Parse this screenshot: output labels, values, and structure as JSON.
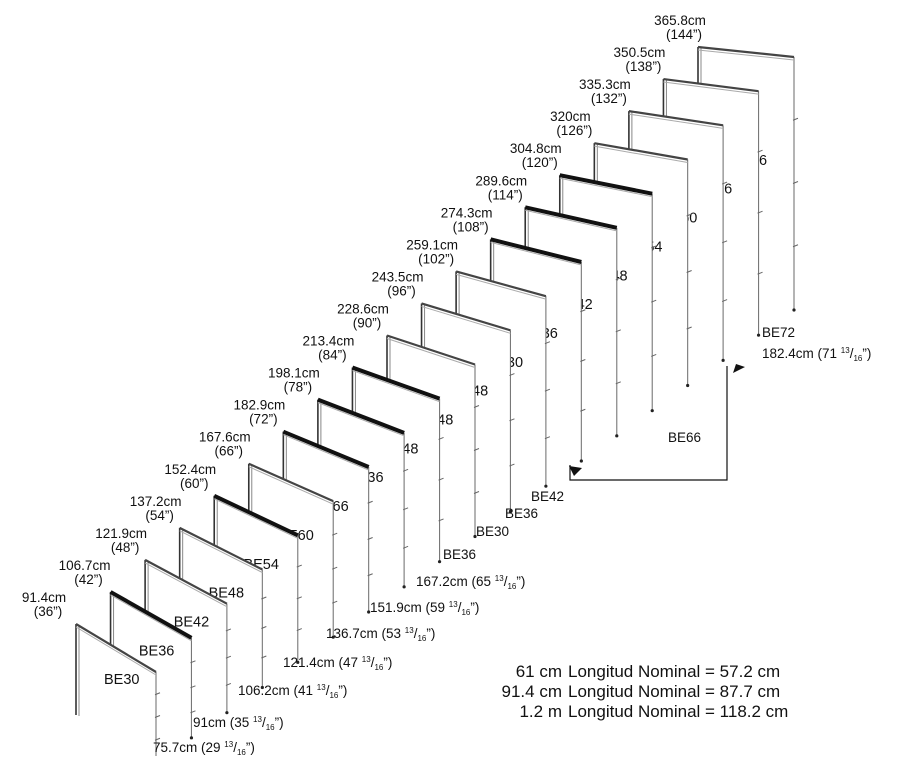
{
  "frames": [
    {
      "height_cm": "91.4cm",
      "height_in": "(36”)",
      "model": "BE30"
    },
    {
      "height_cm": "106.7cm",
      "height_in": "(42”)",
      "model": "BE36"
    },
    {
      "height_cm": "121.9cm",
      "height_in": "(48”)",
      "model": "BE42"
    },
    {
      "height_cm": "137.2cm",
      "height_in": "(54”)",
      "model": "BE48"
    },
    {
      "height_cm": "152.4cm",
      "height_in": "(60”)",
      "model": "BE54"
    },
    {
      "height_cm": "167.6cm",
      "height_in": "(66”)",
      "model": "BE60"
    },
    {
      "height_cm": "182.9cm",
      "height_in": "(72”)",
      "model": "BE66"
    },
    {
      "height_cm": "198.1cm",
      "height_in": "(78”)",
      "model": "BE36"
    },
    {
      "height_cm": "213.4cm",
      "height_in": "(84”)",
      "model": "BE48"
    },
    {
      "height_cm": "228.6cm",
      "height_in": "(90”)",
      "model": "BE48"
    },
    {
      "height_cm": "243.5cm",
      "height_in": "(96”)",
      "model": "BE48"
    },
    {
      "height_cm": "259.1cm",
      "height_in": "(102”)",
      "model": "BE30"
    },
    {
      "height_cm": "274.3cm",
      "height_in": "(108”)",
      "model": "BE36"
    },
    {
      "height_cm": "289.6cm",
      "height_in": "(114”)",
      "model": "BE42"
    },
    {
      "height_cm": "304.8cm",
      "height_in": "(120”)",
      "model": "BE48"
    },
    {
      "height_cm": "320cm",
      "height_in": "(126”)",
      "model": "BE54"
    },
    {
      "height_cm": "335.3cm",
      "height_in": "(132”)",
      "model": "BE60"
    },
    {
      "height_cm": "350.5cm",
      "height_in": "(138”)",
      "model": "BE66"
    },
    {
      "height_cm": "365.8cm",
      "height_in": "(144”)",
      "model": "BE66"
    }
  ],
  "rear_labels": [
    "BE36",
    "BE30",
    "BE36",
    "BE42"
  ],
  "bracket_label": "BE66",
  "far_label": {
    "model": "BE72",
    "length": "182.4cm (71 ",
    "frac_num": "13",
    "frac_den": "16",
    "close": "”)"
  },
  "lengths": [
    {
      "cm": "75.7cm (29 ",
      "num": "13",
      "den": "16",
      "close": "”)"
    },
    {
      "cm": "91cm (35 ",
      "num": "13",
      "den": "16",
      "close": "”)"
    },
    {
      "cm": "106.2cm (41 ",
      "num": "13",
      "den": "16",
      "close": "”)"
    },
    {
      "cm": "121.4cm (47 ",
      "num": "13",
      "den": "16",
      "close": "”)"
    },
    {
      "cm": "136.7cm (53 ",
      "num": "13",
      "den": "16",
      "close": "”)"
    },
    {
      "cm": "151.9cm (59 ",
      "num": "13",
      "den": "16",
      "close": "”)"
    },
    {
      "cm": "167.2cm (65 ",
      "num": "13",
      "den": "16",
      "close": "”)"
    }
  ],
  "notes": [
    {
      "size": "61 cm",
      "text": "Longitud Nominal = 57.2 cm"
    },
    {
      "size": "91.4 cm",
      "text": "Longitud Nominal = 87.7 cm"
    },
    {
      "size": "1.2 m",
      "text": "Longitud Nominal = 118.2 cm"
    }
  ]
}
